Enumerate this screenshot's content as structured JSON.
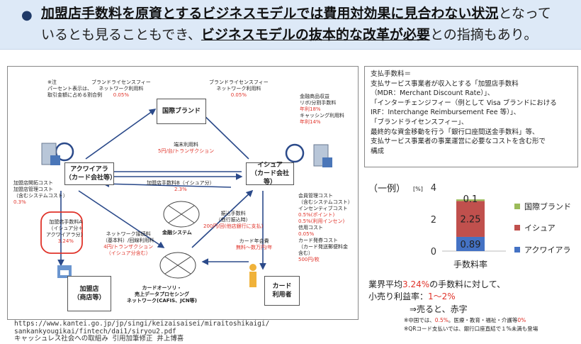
{
  "header": {
    "bullet": "●",
    "line1_bold": "加盟店手数料を原資とするビジネスモデルでは費用対効果に見合わない状況",
    "line1_rest": "となって",
    "line2_a": "いるとも見ることもでき、",
    "line2_bold": "ビジネスモデルの抜本的な改革が必要",
    "line2_rest": "との指摘もあり。"
  },
  "diagram": {
    "note": [
      "※注",
      "パーセント表示は、",
      "取引金額に占める割合例"
    ],
    "brand": "国際ブランド",
    "acquirer": [
      "アクワイアラ",
      "（カード会社等）"
    ],
    "issuer": [
      "イシュア",
      "（カード会社等）"
    ],
    "brand_fee_left": [
      "ブランドライセンスフィー",
      "ネットワーク利用料"
    ],
    "brand_fee_left_pct": "0.05%",
    "brand_fee_right": [
      "ブランドライセンスフィー",
      "ネットワーク利用料"
    ],
    "brand_fee_right_pct": "0.05%",
    "terminal_fee": "端末利用料",
    "terminal_fee_val": "5円/台/トランザクション",
    "merchant_fee_b": "加盟店手数料B（イシュア分）",
    "merchant_fee_b_pct": "2.3%",
    "acq_costs": [
      "加盟店開拓コスト",
      "加盟店管理コスト",
      "（含むシステムコスト）"
    ],
    "acq_costs_pct": "0.3%",
    "merchant_fee_a": [
      "加盟店手数料A",
      "（イシュア分＋",
      "アクワイアラ分）"
    ],
    "merchant_fee_a_pct": "3.24%",
    "network_fee": [
      "ネットワーク接続料",
      "（基本料）/回線利用料"
    ],
    "network_fee_val": [
      "4円/トランザクション",
      "（イシュア分含む）"
    ],
    "settlement": "金融システム",
    "transfer_fee": [
      "振込手数料",
      "（他行振込時）"
    ],
    "transfer_fee_val": "200円/回(他店銀行に支払)",
    "annual_fee": "カード年会費",
    "annual_fee_val": "無料～数万円/年",
    "issuer_income": [
      "金融商品収益",
      "リボ/分割手数料"
    ],
    "issuer_income_a": "年利18%",
    "issuer_income_b_lbl": "キャッシング利用料",
    "issuer_income_b": "年利14%",
    "issuer_costs": [
      "会員管理コスト",
      "（含むシステムコスト）",
      "インセンティブコスト"
    ],
    "issuer_costs_a": "0.5%(ポイント)",
    "issuer_costs_b": "0.5%(利用インセン)",
    "credit_cost": "信用コスト",
    "credit_cost_val": "0.05%",
    "card_issue_cost": [
      "カード発券コスト",
      "（カード発送郵便料金",
      "含む）"
    ],
    "card_issue_cost_val": "500円/枚",
    "network": [
      "カードオーソリ・",
      "売上データプロセシング",
      "ネットワーク(CAFIS、JCN等)"
    ],
    "merchant": [
      "加盟店",
      "（商店等）"
    ],
    "user": [
      "カード",
      "利用者"
    ]
  },
  "payment_fee": {
    "title": "支払手数料＝",
    "lines": [
      "支払サービス事業者が収入とする「加盟店手数料",
      "（MDR：Merchant Discount Rate）」、",
      "「インターチェンジフィー（例として Visa ブランドにおける",
      "IRF：Interchange Reimbursement Fee 等）」、",
      "「ブランドライセンスフィー」、",
      "最終的な資金移動を行う「銀行口座間送金手数料」等、",
      "支払サービス事業者の事業運営に必要なコストを含む形で",
      "構成"
    ]
  },
  "chart_data": {
    "type": "bar",
    "title": "（一例）",
    "ylabel": "[%]",
    "xlabel": "手数料率",
    "ylim": [
      0,
      4
    ],
    "yticks": [
      0,
      2,
      4
    ],
    "categories": [
      "手数料率"
    ],
    "series": [
      {
        "name": "アクワイアラ",
        "values": [
          0.89
        ],
        "color": "#4472c4"
      },
      {
        "name": "イシュア",
        "values": [
          2.25
        ],
        "color": "#c0504d"
      },
      {
        "name": "国際ブランド",
        "values": [
          0.1
        ],
        "color": "#9bbb59"
      }
    ]
  },
  "notes": {
    "avg_prefix": "業界平均",
    "avg_val": "3.24%",
    "avg_suffix": "の手数料に対して、",
    "margin_prefix": "小売り利益率：",
    "margin_val": "1～2%",
    "conclusion": "⇒売ると、赤字",
    "china_note_a": "※中国では、",
    "china_note_b": "0.5%",
    "china_note_c": "。医療・教育・福祉・介護等",
    "china_note_d": "0%",
    "qr_note": "※QRコード支払いでは、銀行口座直結で１%未満も登場"
  },
  "footer": {
    "url1": "https://www.kantei.go.jp/jp/singi/keizaisaisei/miraitoshikaigi/",
    "url2": "sankankyougikai/fintech/dai1/siryou2.pdf",
    "credit": "キャッシュレス社会への取組み 引用加筆修正 井上博喜"
  }
}
